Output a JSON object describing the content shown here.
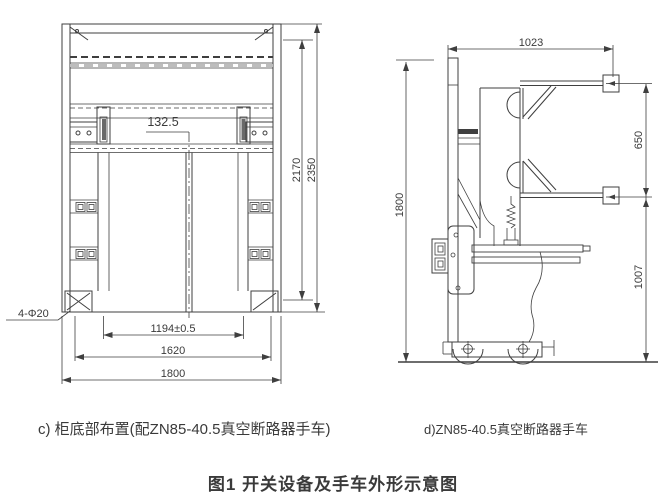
{
  "colors": {
    "line": "#3f3f3f",
    "background": "#ffffff"
  },
  "captions": {
    "view_c": "c) 柜底部布置(配ZN85-40.5真空断路器手车)",
    "view_d": "d)ZN85-40.5真空断路器手车",
    "figure_title": "图1 开关设备及手车外形示意图"
  },
  "cabinet_view": {
    "dim_center_offset": "132.5",
    "dim_rail_span": "1194±0.5",
    "dim_width_mid": "1620",
    "dim_width_total": "1800",
    "dim_height_inner": "2170",
    "dim_height_total": "2350",
    "label_corner_holes": "4-Φ20"
  },
  "handcart_view": {
    "dim_depth": "1023",
    "dim_contact_spacing": "650",
    "dim_height": "1800",
    "dim_contact_to_ground": "1007"
  }
}
